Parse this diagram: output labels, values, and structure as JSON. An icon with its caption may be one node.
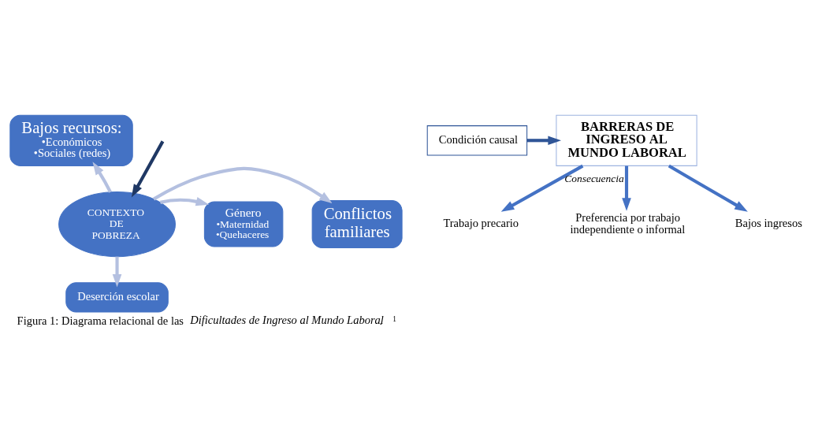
{
  "diagram": {
    "caption": "Figura 1: Diagrama relacional de las *Dificultades de Ingreso al Mundo Laboral*. $^{1}$",
    "nodes": [
      {
        "text": [
          "Bajos recursos:",
          "•Económicos",
          "•Sociales (redes)"
        ]
      },
      {
        "text": [
          "Conflictos familiares"
        ]
      },
      {
        "text": [
          "CONTEXTO DE POBREZA"
        ]
      },
      {
        "text": [
          "Género",
          "•Maternidad",
          "•Quehaceres"
        ]
      },
      {
        "text": [
          "Deserción escolar"
        ]
      },
      {
        "text": [
          "Condición causal"
        ]
      },
      {
        "text": [
          "BARRERAS DE INGRESO AL MUNDO LABORAL"
        ]
      },
      {
        "text": [
          "Trabajo precario"
        ]
      },
      {
        "text": [
          "Bajos ingresos"
        ]
      },
      {
        "text": [
          "Preferencia por trabajo independiente o informal"
        ]
      }
    ],
    "edges": [
      {
        "from": 2,
        "to": 0,
        "arrow": "to",
        "color": "#b4c0e0"
      },
      {
        "from": 2,
        "to": 1,
        "arrow": "to",
        "color": "#b4c0e0"
      },
      {
        "from": 2,
        "to": 3,
        "arrow": "to",
        "color": "#b4c0e0"
      },
      {
        "from": 2,
        "to": 4,
        "arrow": "to",
        "color": "#b4c0e0"
      },
      {
        "from": 5,
        "to": 6,
        "arrow": "to",
        "color": "#2f5597"
      },
      {
        "from": 6,
        "to": 7,
        "arrow": "to",
        "color": "#4472c4"
      },
      {
        "from": 6,
        "to": 9,
        "arrow": "to",
        "label": "Consecuencia",
        "color": "#4472c4"
      },
      {
        "from": 6,
        "to": 8,
        "arrow": "to",
        "color": "#4472c4"
      },
      {
        "from": null,
        "to": 2,
        "arrow": "to",
        "color": "#1f3864"
      }
    ]
  }
}
